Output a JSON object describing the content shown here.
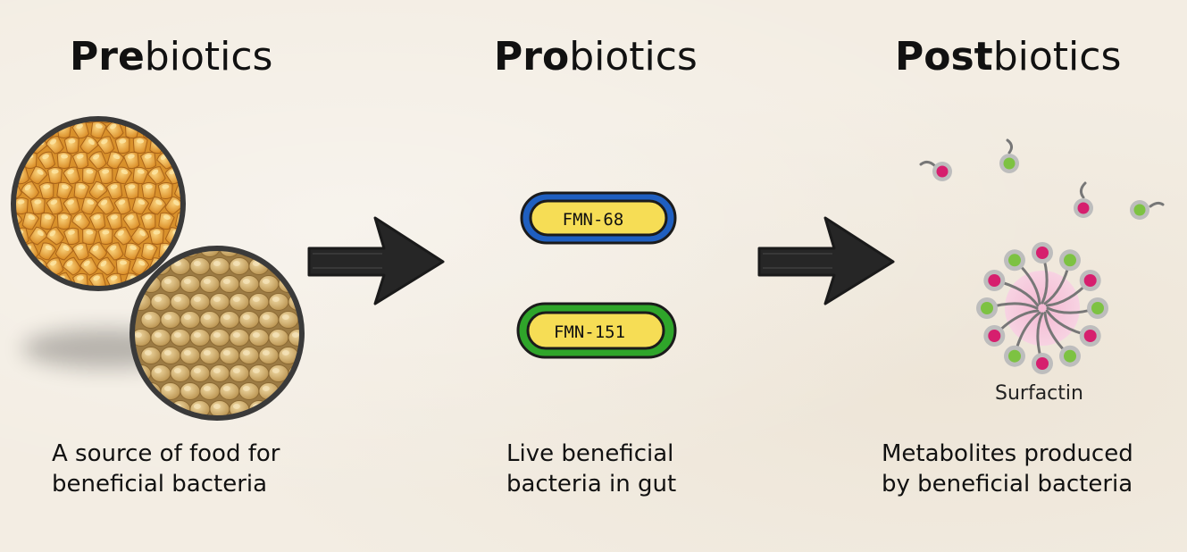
{
  "columns": [
    {
      "title_bold": "Pre",
      "title_rest": "biotics",
      "caption": "A source of food for\nbeneficial bacteria"
    },
    {
      "title_bold": "Pro",
      "title_rest": "biotics",
      "caption": "Live  beneficial\nbacteria in gut"
    },
    {
      "title_bold": "Post",
      "title_rest": "biotics",
      "caption": "Metabolites produced\nby beneficial bacteria"
    }
  ],
  "bacteria": [
    {
      "label": "FMN-68",
      "color": "#1f5fc0"
    },
    {
      "label": "FMN-151",
      "color": "#2fa52a"
    }
  ],
  "surfactin_label": "Surfactin",
  "colors": {
    "background": "#f3ede3",
    "arrow": "#262626",
    "corn": "#e7a23a",
    "soy": "#d6b676",
    "head_pink": "#d61f6e",
    "head_green": "#7dc242",
    "micelle_core": "#f1a8c8"
  },
  "icons": [
    "corn-kernels-image",
    "soybeans-image",
    "right-arrow-icon",
    "bacterium-icon",
    "surfactin-micelle-icon",
    "surfactant-molecule-icon"
  ]
}
